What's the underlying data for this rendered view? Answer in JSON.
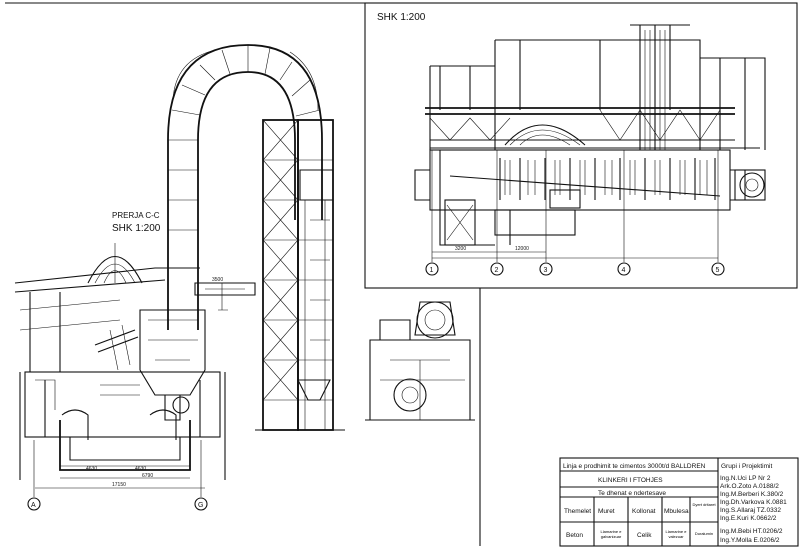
{
  "right_view": {
    "scale_label": "SHK 1:200",
    "axis_labels": [
      "1",
      "2",
      "3",
      "4",
      "5"
    ],
    "dimensions": [
      "3200",
      "12000"
    ]
  },
  "left_view": {
    "section_label": "PRERJA C-C",
    "scale_label": "SHK 1:200",
    "level_label": "3500",
    "axis_labels": [
      "A",
      "G"
    ],
    "dimensions": [
      "4630",
      "4630",
      "6790",
      "17150"
    ]
  },
  "title_block": {
    "project": "Linja e prodhimit te cimentos 3000t/d BALLDREN",
    "group": "Grupi i Projektimit",
    "drawing": "KLINKERI I FTOHJES",
    "subtitle": "Te dhenat e ndertesave",
    "headers": [
      "Themelet",
      "Muret",
      "Kollonat",
      "Mbulesa",
      "Dyert dritaret"
    ],
    "values": [
      "Beton",
      "Llamarine e galvanizuar",
      "Celik",
      "Llamarine e valezuar",
      "Duralumin"
    ],
    "engineers": [
      "Ing.N.Uci LP Nr 2",
      "Ark.O.Zoto A.0188/2",
      "Ing.M.Berberi K.380/2",
      "Ing.Dh.Varkova K.0881",
      "Ing.S.Allaraj TZ.0332",
      "Ing.E.Kuri K.0662/2",
      "Ing.M.Bebi HT.0206/2",
      "Ing.Y.Molla E.0206/2"
    ]
  }
}
